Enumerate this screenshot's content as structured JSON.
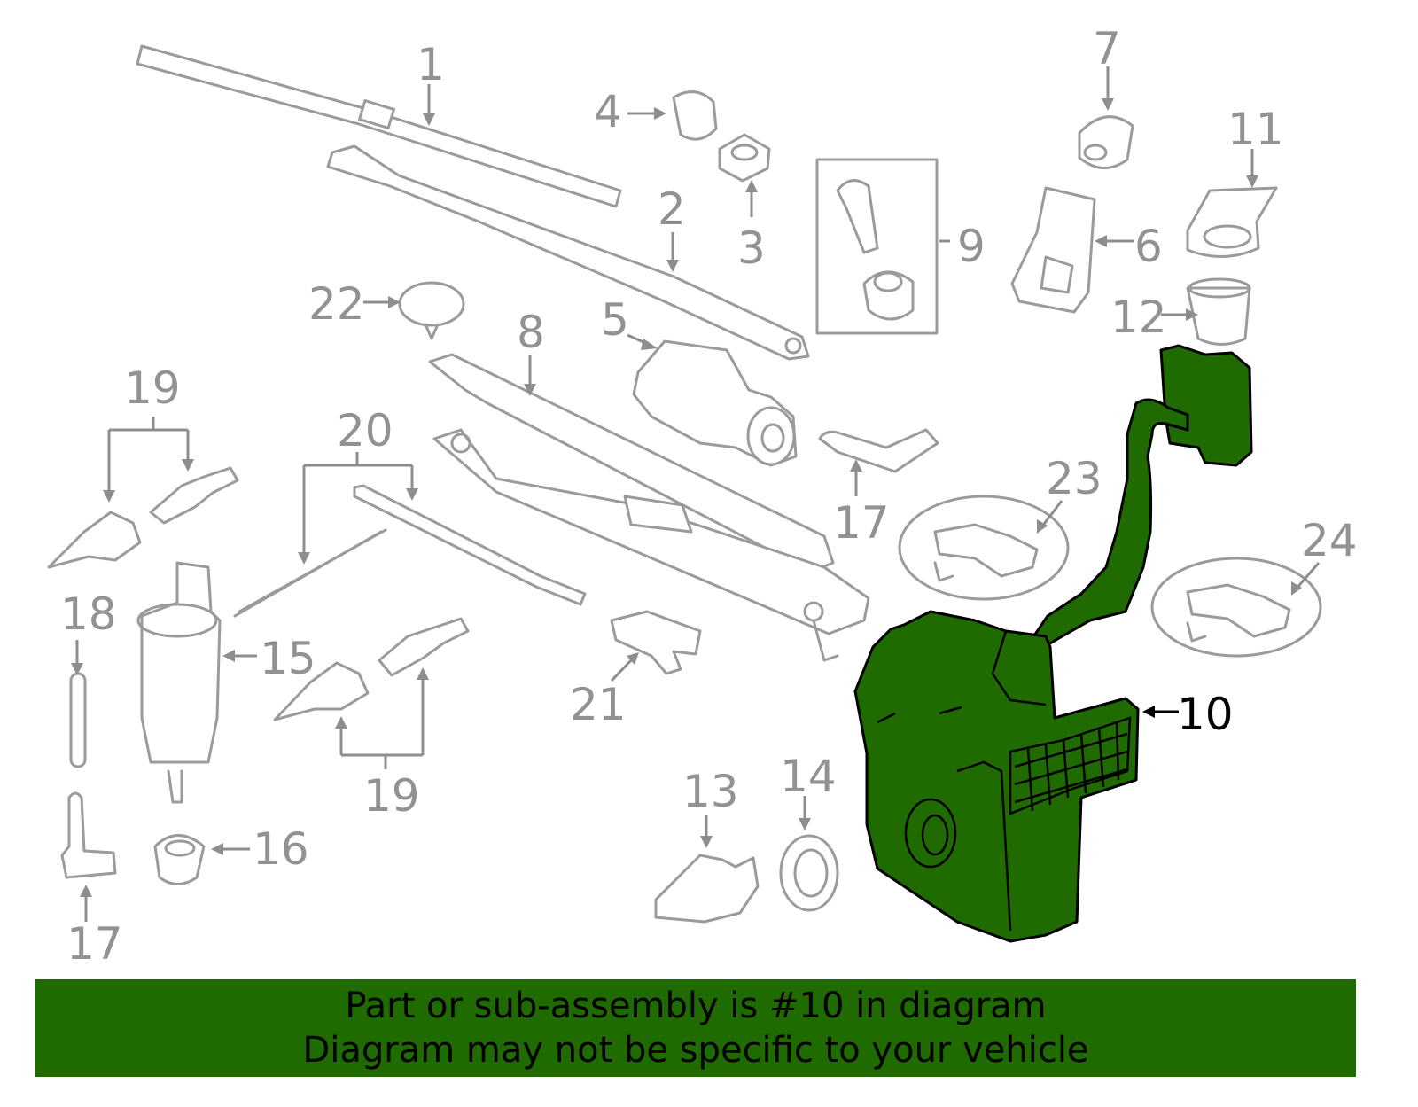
{
  "callouts": {
    "n1": "1",
    "n2": "2",
    "n3": "3",
    "n4": "4",
    "n5": "5",
    "n6": "6",
    "n7": "7",
    "n8": "8",
    "n9": "9",
    "n10": "10",
    "n11": "11",
    "n12": "12",
    "n13": "13",
    "n14": "14",
    "n15": "15",
    "n16": "16",
    "n17a": "17",
    "n17b": "17",
    "n18": "18",
    "n19a": "19",
    "n19b": "19",
    "n20": "20",
    "n21": "21",
    "n22": "22",
    "n23": "23",
    "n24": "24"
  },
  "highlight": {
    "part": "10",
    "color": "#1f6b00"
  },
  "banner": {
    "line1": "Part or sub-assembly is #10 in diagram",
    "line2": "Diagram may not be specific to your vehicle"
  }
}
